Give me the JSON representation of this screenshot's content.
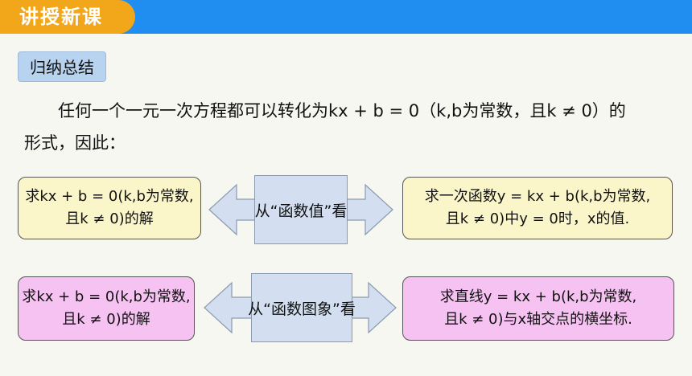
{
  "header": {
    "tag": "讲授新课"
  },
  "section_label": "归纳总结",
  "paragraph": {
    "line1": "任何一个一元一次方程都可以转化为kx + b = 0（k,b为常数，且k ≠ 0）的",
    "line2": "形式，因此："
  },
  "row1": {
    "left_line1": "求kx + b = 0(k,b为常数,",
    "left_line2": "且k ≠ 0)的解",
    "center": "从“函数值”看",
    "right_line1": "求一次函数y = kx + b(k,b为常数,",
    "right_line2": "且k ≠ 0)中y = 0时，x的值."
  },
  "row2": {
    "left_line1": "求kx + b = 0(k,b为常数,",
    "left_line2": "且k ≠ 0)的解",
    "center": "从“函数图象”看",
    "right_line1": "求直线y = kx + b(k,b为常数,",
    "right_line2": "且k ≠ 0)与x轴交点的横坐标."
  },
  "colors": {
    "header_bar": "#1f8ef0",
    "header_tag": "#f2a71a",
    "yellow_box": "#fbf6c9",
    "pink_box": "#f6c2f2",
    "center_box": "#d3dff0"
  }
}
